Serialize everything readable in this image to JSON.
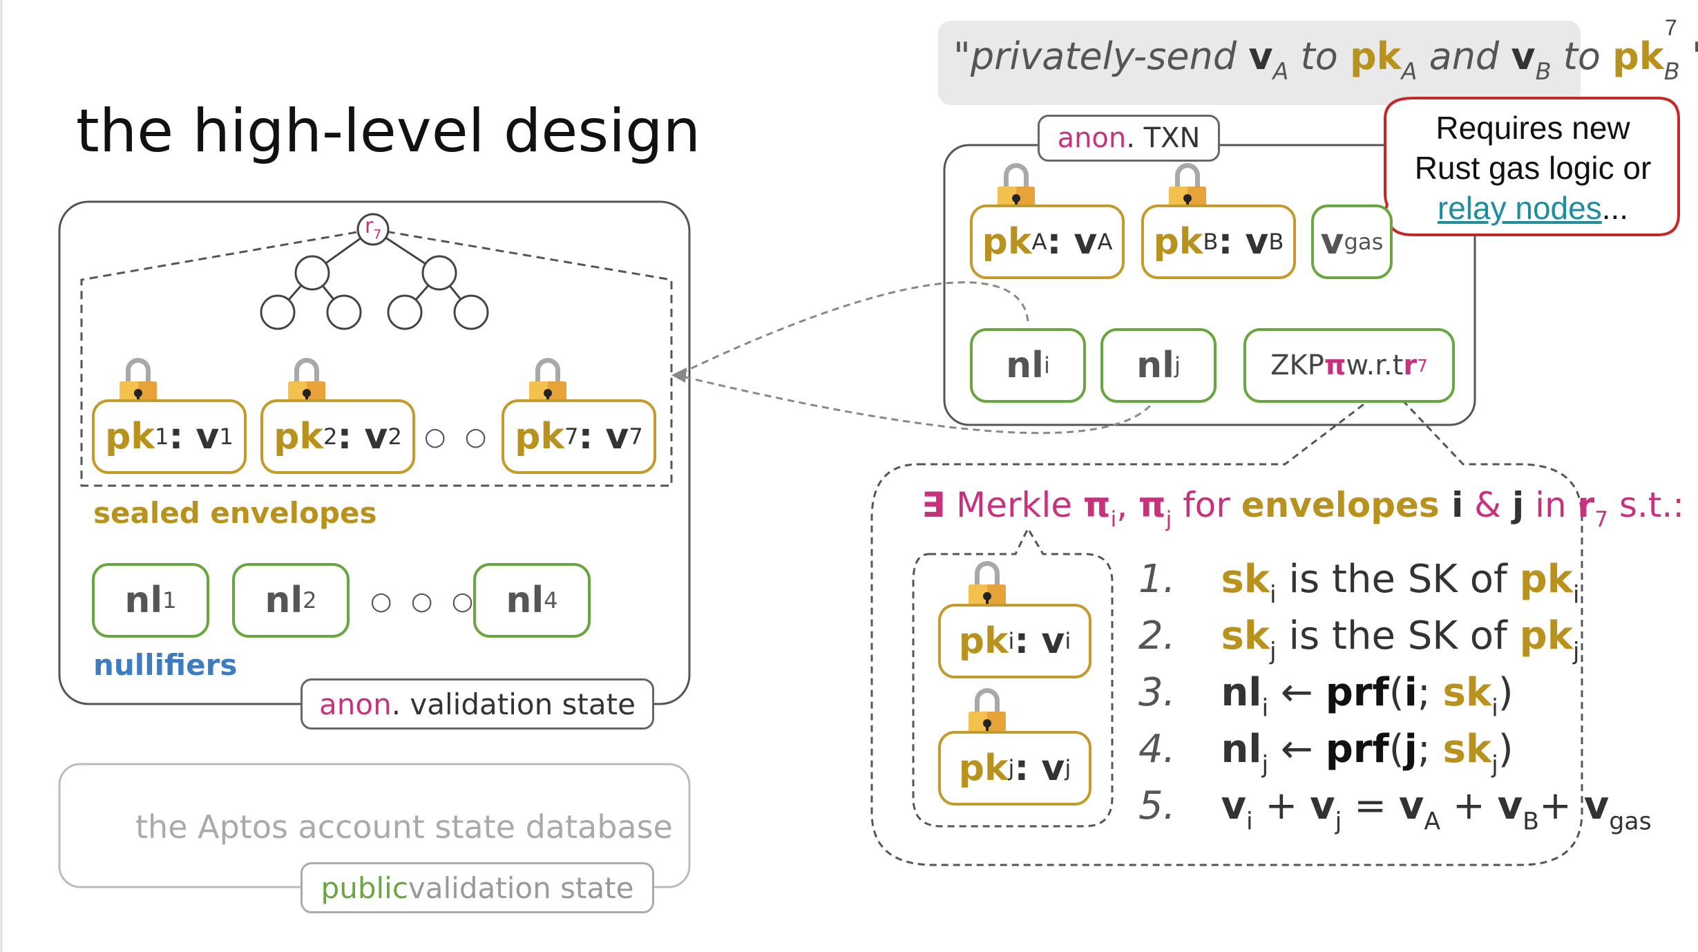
{
  "slide": {
    "page_number": "7",
    "title": "the high-level design"
  },
  "left": {
    "root_label": "r",
    "root_sub": "7",
    "envelopes": [
      {
        "pk": "pk",
        "sub1": "1",
        "v": "v",
        "sub2": "1"
      },
      {
        "pk": "pk",
        "sub1": "2",
        "v": "v",
        "sub2": "2"
      },
      {
        "pk": "pk",
        "sub1": "7",
        "v": "v",
        "sub2": "7"
      }
    ],
    "sealed_label": "sealed envelopes",
    "nullifiers": [
      {
        "nl": "nl",
        "sub": "1"
      },
      {
        "nl": "nl",
        "sub": "2"
      },
      {
        "nl": "nl",
        "sub": "4"
      }
    ],
    "nullifiers_label": "nullifiers",
    "anon_state": {
      "prefix": "anon",
      "suffix": ". validation state"
    },
    "aptos_db": "the Aptos account state database",
    "public_state": {
      "prefix": "public",
      "suffix": " validation state"
    },
    "ellipsis": "○ ○ ○"
  },
  "top_quote": {
    "open": "\"privately-send ",
    "vA": "v",
    "A1": "A",
    "to1": " to ",
    "pkA": "pk",
    "A2": "A",
    "and": " and ",
    "vB": "v",
    "B1": "B",
    "to2": " to ",
    "pkB": "pk",
    "B2": "B",
    "close": " \""
  },
  "txn": {
    "label_prefix": "anon",
    "label_suffix": ". TXN",
    "outputs": [
      {
        "pk": "pk",
        "sub1": "A",
        "v": "v",
        "sub2": "A"
      },
      {
        "pk": "pk",
        "sub1": "B",
        "v": "v",
        "sub2": "B"
      }
    ],
    "vgas": "v",
    "vgas_sub": "gas",
    "nl_i": "nl",
    "nl_i_sub": "i",
    "nl_j": "nl",
    "nl_j_sub": "j",
    "zkp": {
      "zkp": "ZKP ",
      "pi": "π",
      "wrt": " w.r.t ",
      "r": "r",
      "rsub": "7"
    }
  },
  "callout": {
    "line1": "Requires new",
    "line2": "Rust gas logic or",
    "link": "relay nodes",
    "after": "..."
  },
  "proof": {
    "exists": "∃",
    "merkle": " Merkle ",
    "pi": "π",
    "i": "i",
    "comma": ", ",
    "j": "j",
    "for_env": " for ",
    "envelopes": "envelopes",
    "i_b": " i",
    "amp": " & ",
    "j_b": "j",
    "in": " in ",
    "r": "r",
    "rsub": "7",
    "st": " s.t.:",
    "envelopes_inner": [
      {
        "pk": "pk",
        "sub1": "i",
        "v": "v",
        "sub2": "i"
      },
      {
        "pk": "pk",
        "sub1": "j",
        "v": "v",
        "sub2": "j"
      }
    ],
    "steps": {
      "s1": {
        "num": "1.",
        "sk": "sk",
        "sub": "i",
        "mid": " is the SK of ",
        "pk": "pk",
        "sub2": "i"
      },
      "s2": {
        "num": "2.",
        "sk": "sk",
        "sub": "j",
        "mid": " is the SK of ",
        "pk": "pk",
        "sub2": "j"
      },
      "s3": {
        "num": "3.",
        "nl": "nl",
        "sub": "i",
        "arrow": " ← ",
        "prf": "prf",
        "open": "(",
        "arg": "i",
        "semi": "; ",
        "sk": "sk",
        "sub2": "i",
        "close": ")"
      },
      "s4": {
        "num": "4.",
        "nl": "nl",
        "sub": "j",
        "arrow": " ← ",
        "prf": "prf",
        "open": "(",
        "arg": "j",
        "semi": "; ",
        "sk": "sk",
        "sub2": "j",
        "close": ")"
      },
      "s5": {
        "num": "5.",
        "v1": "v",
        "s1": "i",
        "plus1": " + ",
        "v2": "v",
        "s2": "j",
        "eq": " = ",
        "v3": "v",
        "s3": "A",
        "plus2": " + ",
        "v4": "v",
        "s4": "B",
        "plus3": "+ ",
        "v5": "v",
        "s5": "gas"
      }
    }
  }
}
